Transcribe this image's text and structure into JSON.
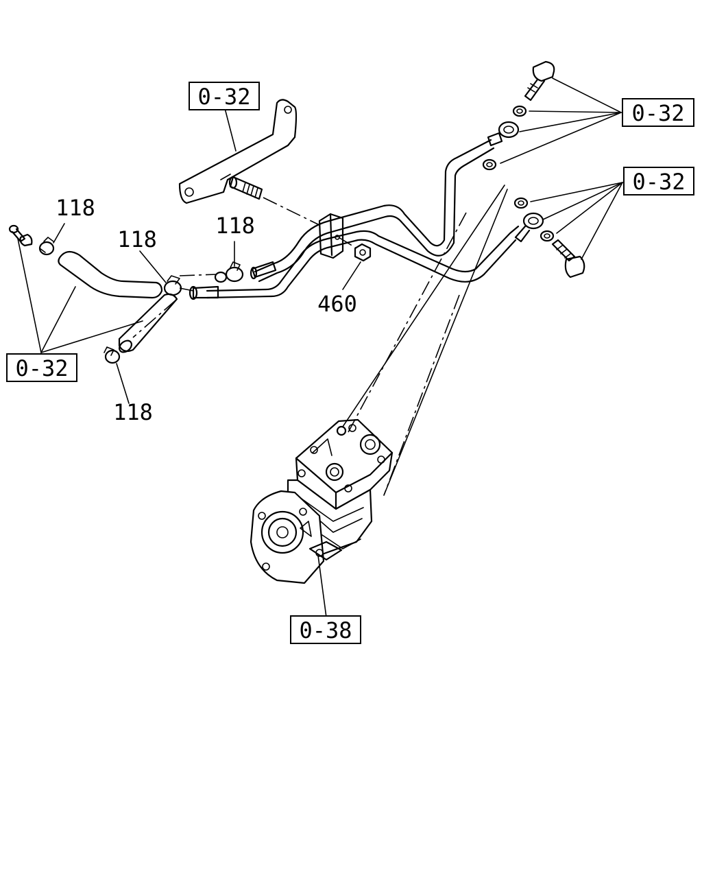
{
  "callouts": {
    "ref_bracket_top": "0-32",
    "ref_top_right_1": "0-32",
    "ref_top_right_2": "0-32",
    "ref_left": "0-32",
    "ref_compressor": "0-38",
    "part_118_a": "118",
    "part_118_b": "118",
    "part_118_c": "118",
    "part_118_d": "118",
    "part_460": "460"
  }
}
